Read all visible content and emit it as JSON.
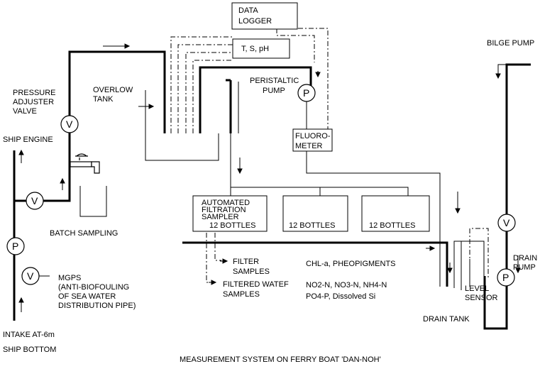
{
  "diagram": {
    "title": "MEASUREMENT SYSTEM ON FERRY BOAT 'DAN-NOH'",
    "labels": {
      "data_logger_1": "DATA",
      "data_logger_2": "LOGGER",
      "tsph": "T, S, pH",
      "bilge_pump": "BILGE PUMP",
      "peristaltic_1": "PERISTALTIC",
      "peristaltic_2": "PUMP",
      "overflow_1": "OVERLOW",
      "overflow_2": "TANK",
      "pressure_1": "PRESSURE",
      "pressure_2": "ADJUSTER",
      "pressure_3": "VALVE",
      "ship_engine": "SHIP ENGINE",
      "fluoro_1": "FLUORO-",
      "fluoro_2": "METER",
      "auto_1": "AUTOMATED",
      "auto_2": "FILTRATION",
      "auto_3": "SAMPLER",
      "bottles_1": "12  BOTTLES",
      "bottles_2": "12  BOTTLES",
      "bottles_3": "12  BOTTLES",
      "batch_sampling": "BATCH SAMPLING",
      "filter_1": "FILTER",
      "filter_2": "SAMPLES",
      "filtered_1": "FILTERED WATEF",
      "filtered_2": "SAMPLES",
      "chl": "CHL-a, PHEOPIGMENTS",
      "nutrients_1": "NO2-N, NO3-N, NH4-N",
      "nutrients_2": "PO4-P, Dissolved Si",
      "mgps_1": "MGPS",
      "mgps_2": "(ANTI-BIOFOULING",
      "mgps_3": "OF SEA WATER",
      "mgps_4": "DISTRIBUTION PIPE)",
      "drain_tank": "DRAIN TANK",
      "level_1": "LEVEL",
      "level_2": "SENSOR",
      "drain_pump_1": "DRAIN",
      "drain_pump_2": "PUMP",
      "intake": "INTAKE  AT-6m",
      "ship_bottom": "SHIP BOTTOM",
      "valve_symbol": "V",
      "pump_symbol": "P"
    }
  }
}
